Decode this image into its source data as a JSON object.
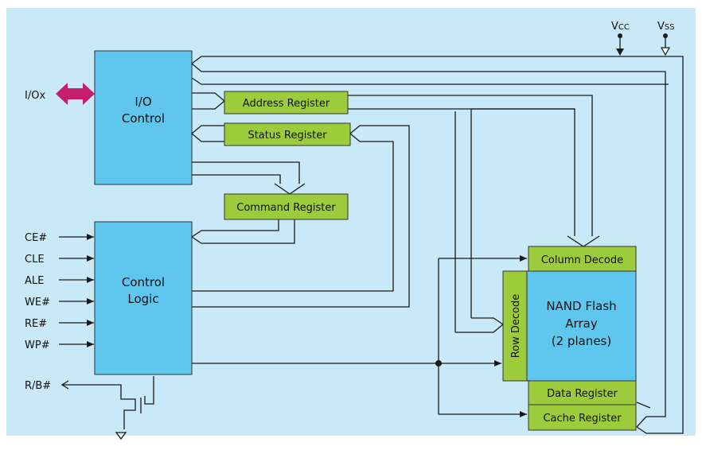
{
  "colors": {
    "background": "#c9e8f8",
    "page": "#ffffff",
    "block_blue": "#5fc6ee",
    "register_green": "#9ccc3c",
    "arrow_magenta": "#c41e6c",
    "line": "#1a1a1a",
    "block_border": "#333333"
  },
  "blocks": {
    "io_control": "I/O\nControl",
    "control_logic": "Control\nLogic",
    "nand_array": "NAND Flash\nArray\n(2 planes)"
  },
  "registers": {
    "address": "Address Register",
    "status": "Status Register",
    "command": "Command Register",
    "column_decode": "Column Decode",
    "row_decode": "Row Decode",
    "data": "Data Register",
    "cache": "Cache Register"
  },
  "signals": {
    "io": "I/Ox",
    "inputs": [
      "CE#",
      "CLE",
      "ALE",
      "WE#",
      "RE#",
      "WP#"
    ],
    "ready_busy": "R/B#"
  },
  "power": {
    "vcc_main": "V",
    "vcc_sub": "CC",
    "vss_main": "V",
    "vss_sub": "SS"
  },
  "icons": [
    "double-arrow-icon",
    "ground-icon",
    "vcc-arrow-icon",
    "vss-hollow-arrow-icon",
    "transistor-icon"
  ]
}
